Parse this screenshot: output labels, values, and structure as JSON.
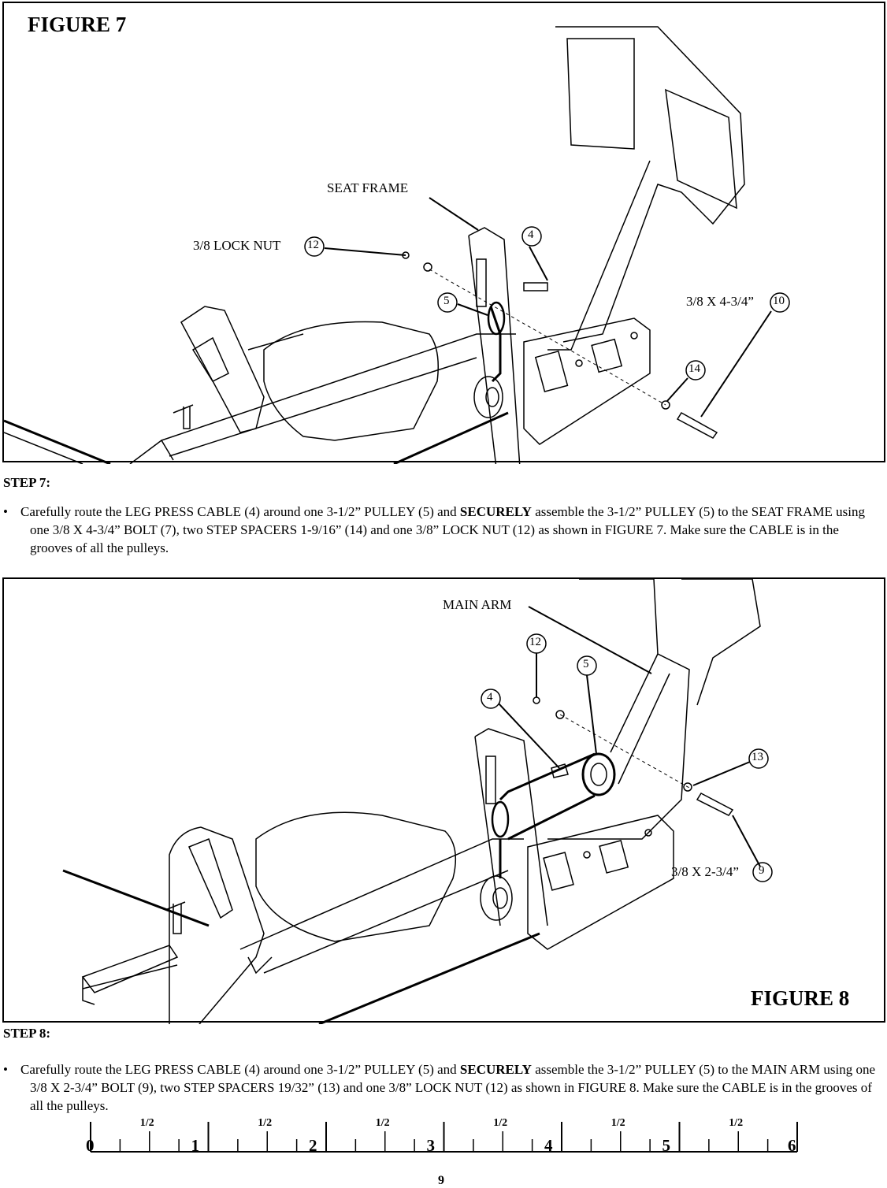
{
  "figure7": {
    "title": "FIGURE 7",
    "labels": {
      "seat_frame": "SEAT FRAME",
      "lock_nut": "3/8  LOCK NUT",
      "bolt": "3/8 X 4-3/4”"
    },
    "callouts": {
      "c12": "12",
      "c4": "4",
      "c5": "5",
      "c10": "10",
      "c14": "14"
    }
  },
  "step7": {
    "heading": "STEP 7:",
    "bullet": "•",
    "text_a": "Carefully route the LEG PRESS CABLE (4) around one 3-1/2” PULLEY (5) and ",
    "text_bold": "SECURELY",
    "text_b": " assemble the 3-1/2” PULLEY (5) to the SEAT FRAME using one 3/8 X 4-3/4” BOLT (7), two STEP SPACERS 1-9/16” (14) and one 3/8” LOCK NUT (12) as shown in FIGURE 7. Make sure the CABLE is in the grooves of all the pulleys."
  },
  "figure8": {
    "title": "FIGURE 8",
    "labels": {
      "main_arm": "MAIN ARM",
      "bolt": "3/8 X 2-3/4”"
    },
    "callouts": {
      "c12": "12",
      "c5": "5",
      "c4": "4",
      "c13": "13",
      "c9": "9"
    }
  },
  "step8": {
    "heading": "STEP 8:",
    "bullet": "•",
    "text_a": "Carefully route the LEG PRESS CABLE (4) around one 3-1/2” PULLEY (5) and ",
    "text_bold": "SECURELY",
    "text_b": " assemble the 3-1/2” PULLEY (5) to the MAIN ARM using one 3/8 X 2-3/4” BOLT (9), two STEP SPACERS 19/32” (13) and one 3/8” LOCK NUT (12) as shown in FIGURE 8. Make sure the CABLE is in the grooves of all the pulleys."
  },
  "ruler": {
    "numbers": [
      "0",
      "1",
      "2",
      "3",
      "4",
      "5",
      "6"
    ],
    "half_label": "1/2"
  },
  "page_number": "9"
}
